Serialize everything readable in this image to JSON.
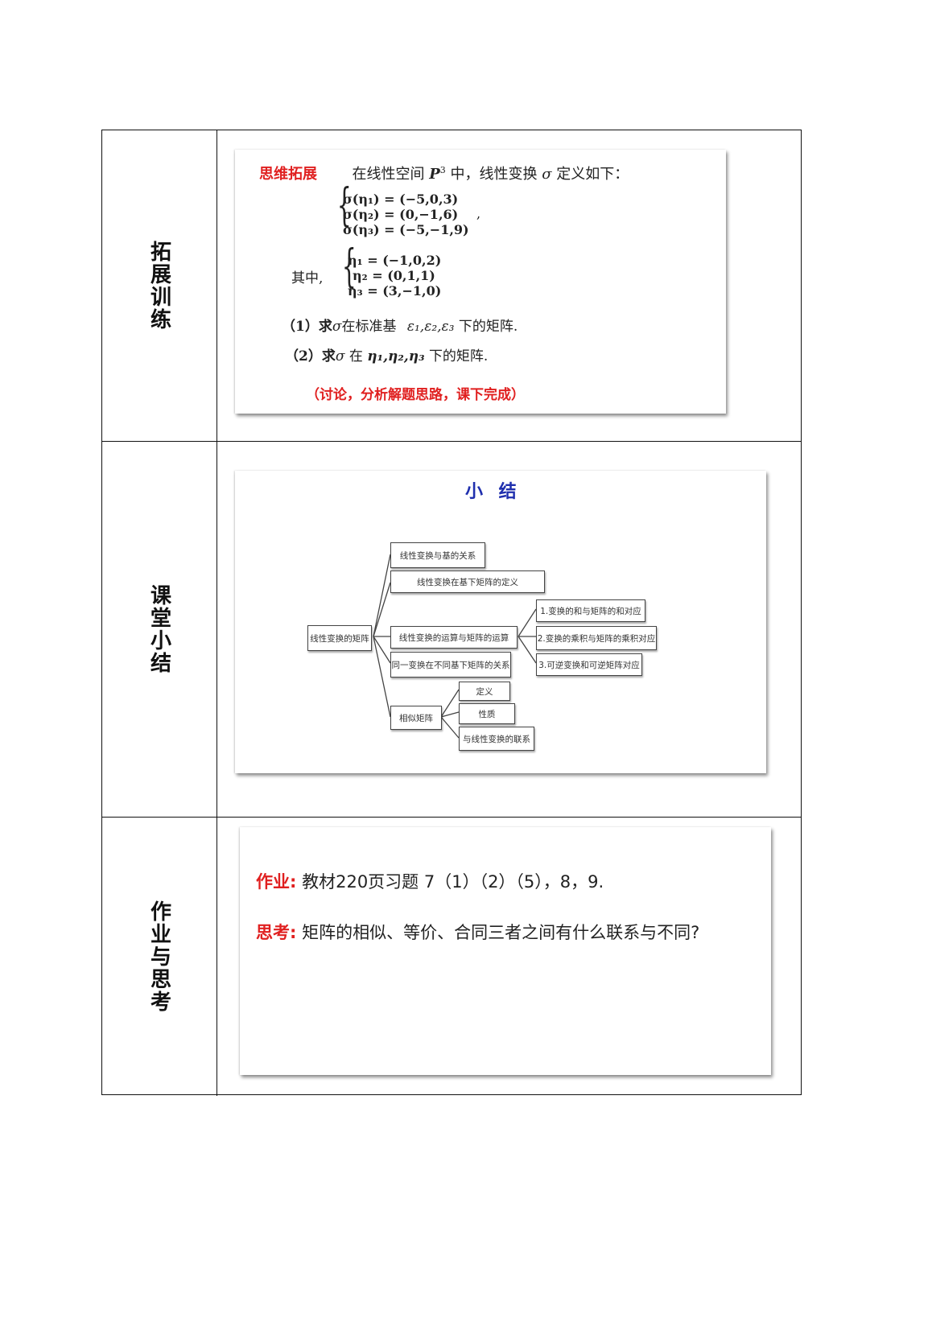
{
  "sections": [
    {
      "label": "拓展训练"
    },
    {
      "label": "课堂小结"
    },
    {
      "label": "作业与思考"
    }
  ],
  "extension": {
    "heading": "思维拓展",
    "intro": "在线性空间",
    "space": "P",
    "space_sup": "3",
    "intro2": "中，线性变换",
    "sigma": "σ",
    "intro3": "定义如下：",
    "sigma_eqs": [
      "σ(η₁) = (−5,0,3)",
      "σ(η₂) = (0,−1,6)",
      "σ(η₃) = (−5,−1,9)"
    ],
    "sigma_comma": ",",
    "where": "其中,",
    "eta_eqs": [
      "η₁ = (−1,0,2)",
      "η₂ = (0,1,1)",
      "η₃ = (3,−1,0)"
    ],
    "q1_prefix": "（1）求",
    "q1_mid": "在标准基",
    "q1_basis": "ε₁,ε₂,ε₃",
    "q1_suffix": "下的矩阵.",
    "q2_prefix": "（2）求",
    "q2_mid": "在",
    "q2_basis": "η₁,η₂,η₃",
    "q2_suffix": "下的矩阵.",
    "note": "（讨论，分析解题思路，课下完成）"
  },
  "summary": {
    "title": "小 结",
    "root": "线性变换的矩阵",
    "branches": [
      "线性变换与基的关系",
      "线性变换在基下矩阵的定义",
      "线性变换的运算与矩阵的运算",
      "同一变换在不同基下矩阵的关系",
      "相似矩阵"
    ],
    "ops_children": [
      "1.变换的和与矩阵的和对应",
      "2.变换的乘积与矩阵的乘积对应",
      "3.可逆变换和可逆矩阵对应"
    ],
    "similar_children": [
      "定义",
      "性质",
      "与线性变换的联系"
    ]
  },
  "homework": {
    "hw_label": "作业:",
    "hw_text": "教材220页习题 7（1）（2）（5），8，9.",
    "think_label": "思考:",
    "think_text": "矩阵的相似、等价、合同三者之间有什么联系与不同?"
  }
}
